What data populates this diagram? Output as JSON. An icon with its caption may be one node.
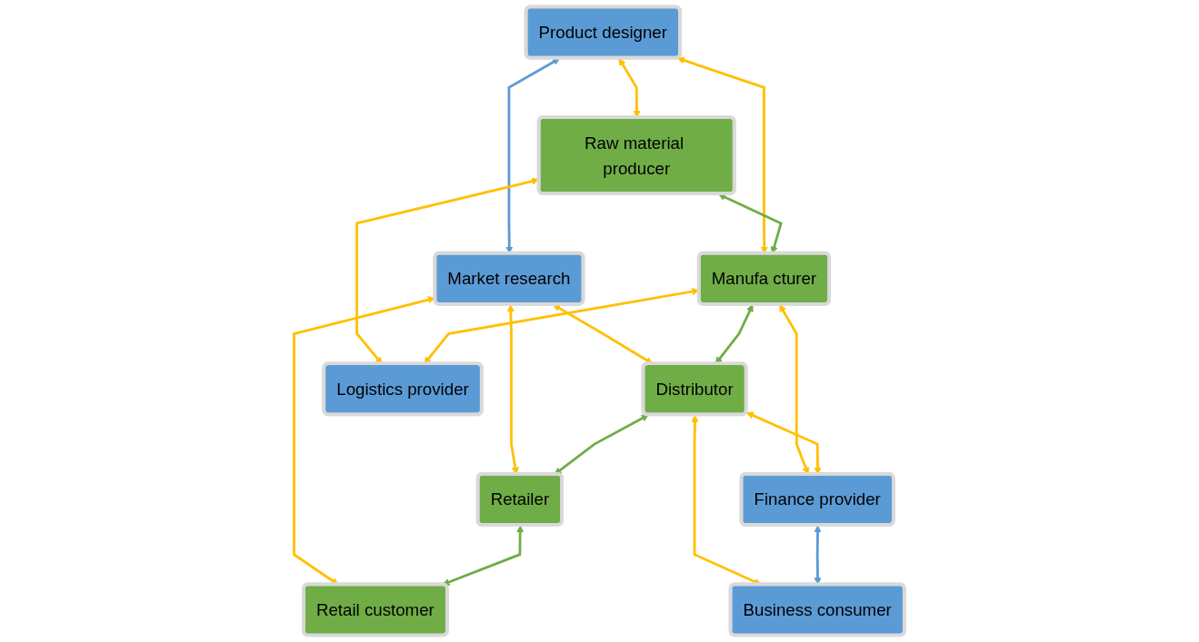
{
  "diagram": {
    "nodes": [
      {
        "text": [
          "Product designer"
        ]
      },
      {
        "text": [
          "Market research"
        ]
      },
      {
        "text": [
          "Raw material producer"
        ]
      },
      {
        "text": [
          "Manufa cturer"
        ]
      },
      {
        "text": [
          "Distributor"
        ]
      },
      {
        "text": [
          "Retailer"
        ]
      },
      {
        "text": [
          "Retail customer"
        ]
      },
      {
        "text": [
          "Logistics provider"
        ]
      },
      {
        "text": [
          "Finance provider"
        ]
      },
      {
        "text": [
          "Business consumer"
        ]
      }
    ],
    "edges": [
      {
        "from": 0,
        "to": 1,
        "arrow": "both",
        "color": "#5b9bd5"
      },
      {
        "from": 0,
        "to": 2,
        "arrow": "both"
      },
      {
        "from": 0,
        "to": 3,
        "arrow": "both"
      },
      {
        "from": 1,
        "to": 4,
        "arrow": "both"
      },
      {
        "from": 1,
        "to": 5,
        "arrow": "both"
      },
      {
        "from": 1,
        "to": 6,
        "arrow": "both"
      },
      {
        "from": 2,
        "to": 3,
        "arrow": "both",
        "color": "#70ad47"
      },
      {
        "from": 3,
        "to": 4,
        "arrow": "both",
        "color": "#70ad47"
      },
      {
        "from": 4,
        "to": 5,
        "arrow": "both",
        "color": "#70ad47"
      },
      {
        "from": 5,
        "to": 6,
        "arrow": "both",
        "color": "#70ad47"
      },
      {
        "from": 2,
        "to": 7,
        "arrow": "both"
      },
      {
        "from": 3,
        "to": 7,
        "arrow": "both"
      },
      {
        "from": 3,
        "to": 8,
        "arrow": "both"
      },
      {
        "from": 4,
        "to": 8,
        "arrow": "both"
      },
      {
        "from": 4,
        "to": 9,
        "arrow": "both"
      },
      {
        "from": 8,
        "to": 9,
        "arrow": "both",
        "color": "#5b9bd5"
      }
    ]
  }
}
